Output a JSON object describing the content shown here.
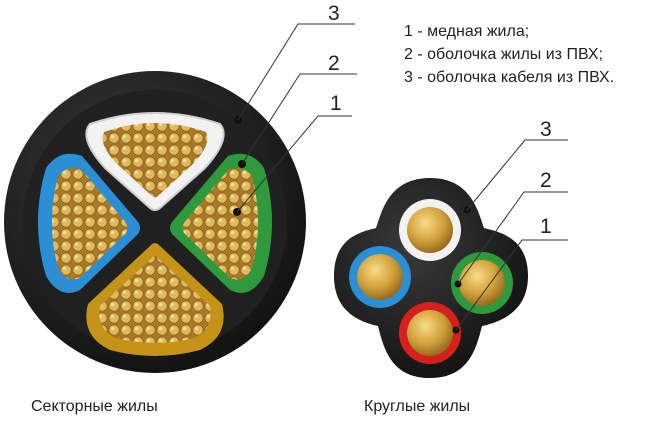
{
  "legend": [
    "1 - медная жила;",
    "2 - оболочка жилы из ПВХ;",
    "3 - оболочка кабеля из ПВХ."
  ],
  "captions": {
    "sector": "Секторные жилы",
    "round": "Круглые жилы"
  },
  "callouts": {
    "sector": [
      "3",
      "2",
      "1"
    ],
    "round": [
      "3",
      "2",
      "1"
    ]
  },
  "colors": {
    "outer_sheath": "#1a1a1a",
    "copper": "#d4a548",
    "core_white": "#f2f2f2",
    "core_blue": "#2b8fd6",
    "core_green": "#2f9a3d",
    "core_yellow": "#c49318",
    "core_red": "#d6201d"
  }
}
